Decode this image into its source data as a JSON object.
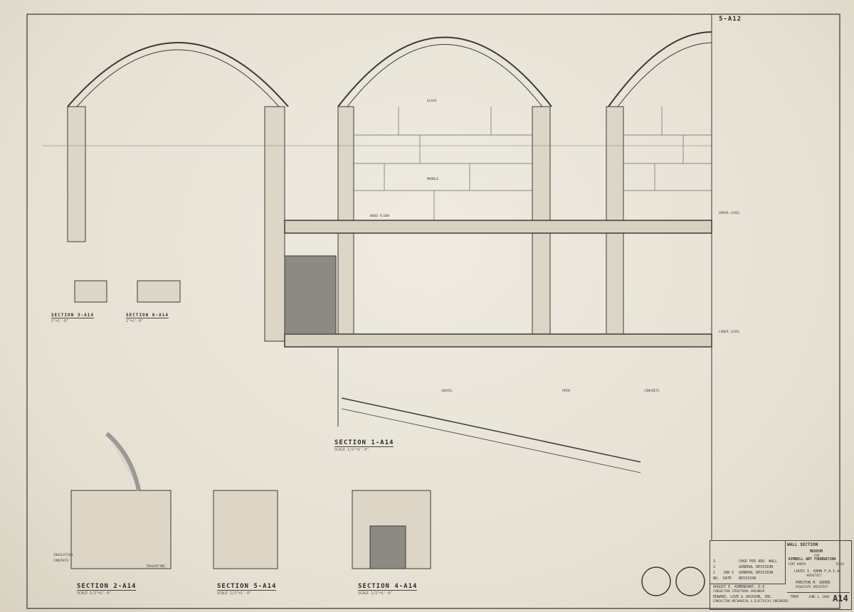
{
  "sheet": {
    "ref_tag": "5-A12",
    "title_block": {
      "drawing_title": "WALL SECTION",
      "project": "MUSEUM",
      "for": "FOR",
      "client": "KIMBELL ART FOUNDATION",
      "city": "FORT WORTH",
      "state": "TEXAS",
      "architect": "LOUIS I. KAHN F.A.I.A.",
      "architect_role": "ARCHITECT",
      "associate": "PRESTON M. GEREN",
      "associate_role": "ASSOCIATE ARCHITECT",
      "structural": "AUGUST E. KOMENDANT, D.E.",
      "structural_role": "CONSULTING STRUCTURAL ENGINEER",
      "mechanical": "EDWARD, LOVE & JACKSON, INC.",
      "mechanical_role": "CONSULTING MECHANICAL & ELECTRICAL ENGINEERS",
      "revisions": [
        {
          "no": "3",
          "date": "",
          "text": "CHGE PER ADD. WALL"
        },
        {
          "no": "2",
          "date": "",
          "text": "GENERAL REVISION"
        },
        {
          "no": "1",
          "date": "JAN 5",
          "text": "GENERAL REVISION"
        }
      ],
      "rev_headers": [
        "NO.",
        "DATE",
        "REVISION"
      ],
      "job_no": "7004",
      "date": "JUNE 1, 1968",
      "sheet_no": "A14"
    },
    "sections": [
      {
        "title": "SECTION 1-A14",
        "scale": "SCALE 1/2\"=1'-0\""
      },
      {
        "title": "SECTION 2-A14",
        "scale": "SCALE 1/2\"=1'-0\""
      },
      {
        "title": "SECTION 5-A14",
        "scale": "SCALE 1/2\"=1'-0\""
      },
      {
        "title": "SECTION 4-A14",
        "scale": "SCALE 1/2\"=1'-0\""
      },
      {
        "title": "SECTION 3-A14",
        "scale": "1\"=1'-0\""
      },
      {
        "title": "SECTION 6-A14",
        "scale": "1\"=1'-0\""
      }
    ],
    "notes": [
      "GLASS",
      "TRAVERTINE",
      "CONCRETE",
      "INSULATION",
      "MARBLE",
      "WOOD FLOOR",
      "GRAVEL",
      "OPEN",
      "CONCRETE",
      "UPPER LEVEL",
      "LOWER LEVEL"
    ]
  }
}
